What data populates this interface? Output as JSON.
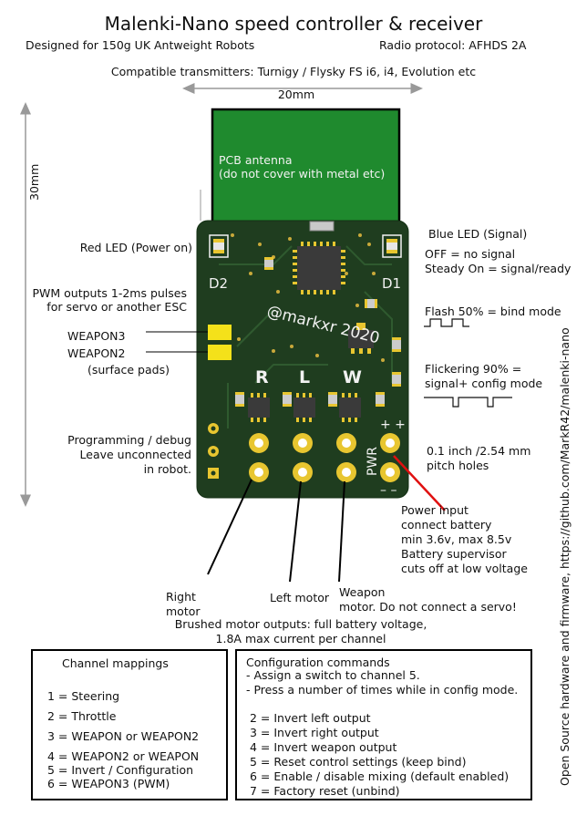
{
  "header": {
    "title": "Malenki-Nano speed controller & receiver",
    "subtitle_left": "Designed for 150g UK Antweight Robots",
    "subtitle_right": "Radio protocol: AFHDS 2A",
    "compat": "Compatible transmitters: Turnigy / Flysky FS i6, i4, Evolution etc"
  },
  "dimensions": {
    "width": "20mm",
    "height": "30mm"
  },
  "board": {
    "antenna_line1": "PCB antenna",
    "antenna_line2": "(do not cover with metal etc)",
    "silk_d2": "D2",
    "silk_d1": "D1",
    "silk_credit": "@markxr 2020",
    "silk_r": "R",
    "silk_l": "L",
    "silk_w": "W",
    "silk_pwr": "PWR",
    "silk_plus": "+ +",
    "silk_minus": "– –"
  },
  "labels": {
    "red_led": "Red LED (Power on)",
    "pwm_line1": "PWM outputs 1-2ms pulses",
    "pwm_line2": "for servo or another ESC",
    "weapon3": "WEAPON3",
    "weapon2": "WEAPON2",
    "surface_pads": "(surface pads)",
    "prog_line1": "Programming / debug",
    "prog_line2": "Leave unconnected",
    "prog_line3": "in robot.",
    "blue_led": "Blue LED (Signal)",
    "off_state": "OFF = no signal",
    "steady_state": "Steady On = signal/ready",
    "flash_state": "Flash 50% = bind mode",
    "flicker_line1": "Flickering 90% =",
    "flicker_line2": "signal+ config mode",
    "pitch_line1": "0.1 inch /2.54 mm",
    "pitch_line2": "pitch holes",
    "power_line1": "Power input",
    "power_line2": "connect battery",
    "power_line3": "min 3.6v, max 8.5v",
    "power_line4": "Battery supervisor",
    "power_line5": "cuts off at low voltage",
    "right_motor_line1": "Right",
    "right_motor_line2": "motor",
    "left_motor": "Left motor",
    "weapon_motor_line1": "Weapon",
    "weapon_motor_line2": "motor. Do not connect a servo!",
    "brushed_line1": "Brushed motor outputs: full battery voltage,",
    "brushed_line2": "1.8A max current per channel",
    "side_note": "Open Source hardware and firmware, https://github.com/MarkR42/malenki-nano"
  },
  "channel_mappings": {
    "title": "Channel mappings",
    "items": [
      "1 = Steering",
      "2 = Throttle",
      "3 = WEAPON or WEAPON2",
      "4 = WEAPON2 or WEAPON",
      "5 = Invert / Configuration",
      "6 = WEAPON3 (PWM)"
    ]
  },
  "config_commands": {
    "title": "Configuration commands",
    "intro": [
      " - Assign a switch to channel 5.",
      " - Press a number of times while in config mode."
    ],
    "items": [
      "2 = Invert left output",
      "3 = Invert right output",
      "4 = Invert weapon output",
      "5 = Reset control settings (keep bind)",
      "6 = Enable / disable mixing (default enabled)",
      "7 = Factory reset (unbind)"
    ]
  },
  "colors": {
    "pcb": "#1f3d1f",
    "antenna": "#1f8a2e",
    "gold": "#e8c630",
    "pad_yellow": "#f4e11a",
    "silk": "#f2f2f2",
    "chip": "#3a3a3a",
    "power_arrow": "#e01010"
  }
}
